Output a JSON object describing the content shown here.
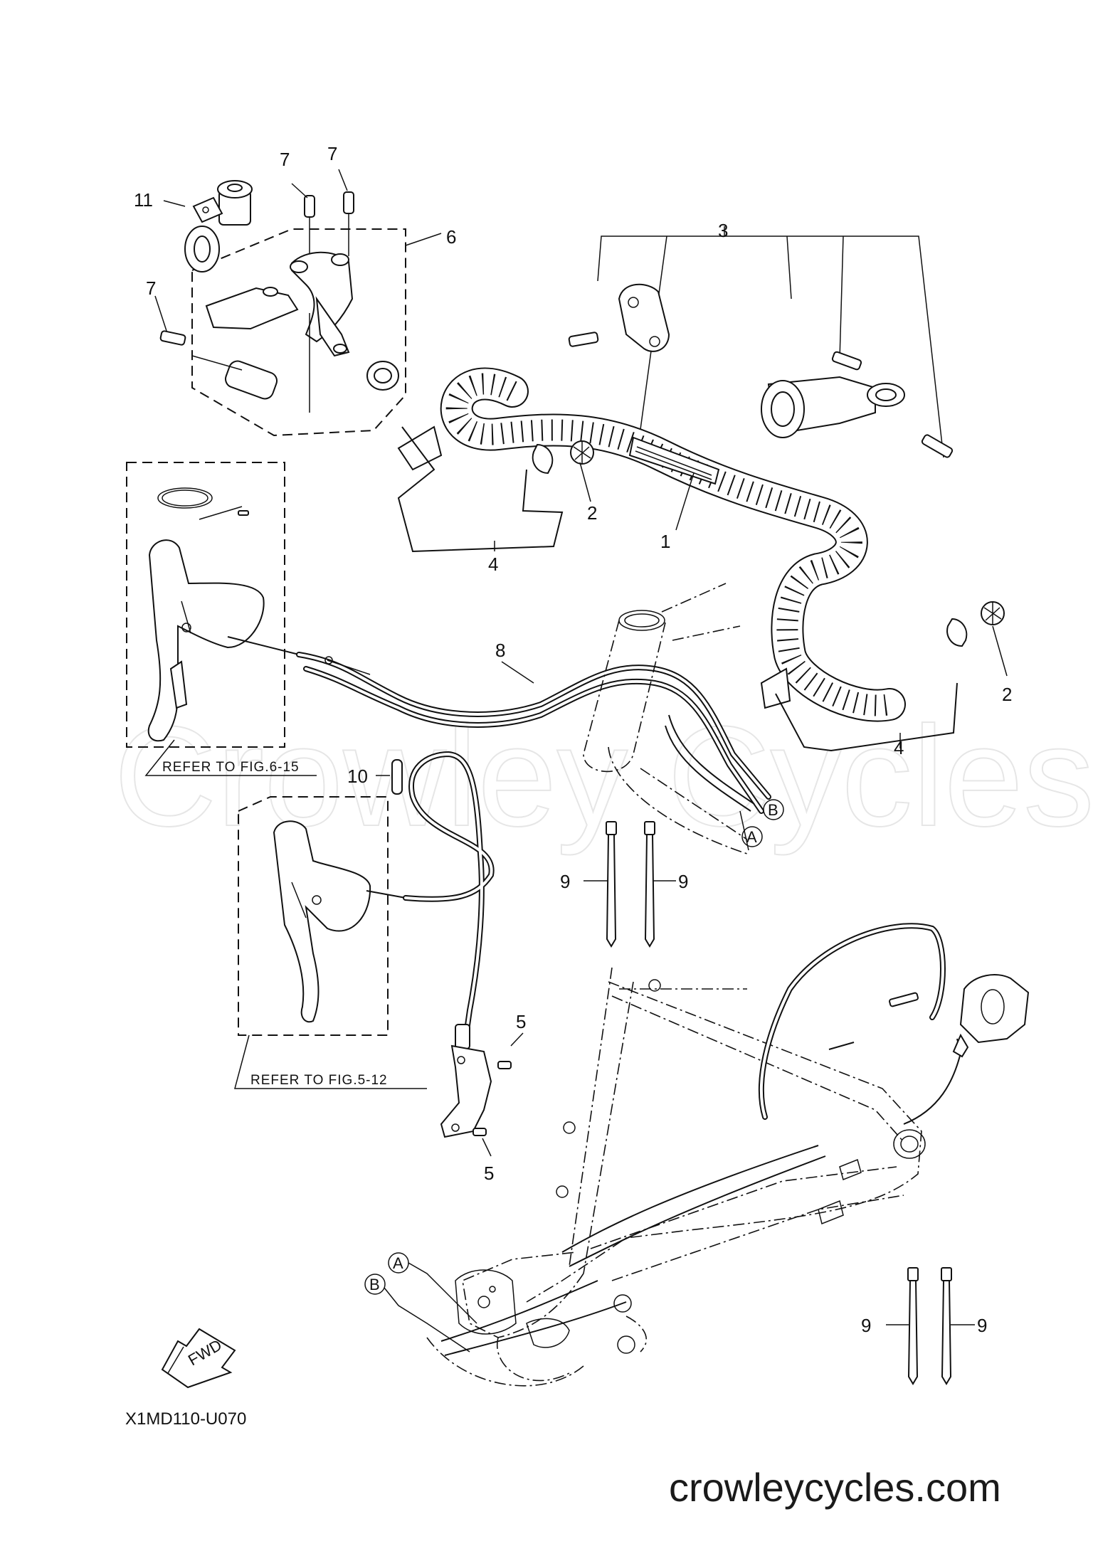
{
  "callouts": {
    "n1": "1",
    "n2a": "2",
    "n2b": "2",
    "n3": "3",
    "n4a": "4",
    "n4b": "4",
    "n5a": "5",
    "n5b": "5",
    "n6": "6",
    "n7a": "7",
    "n7b": "7",
    "n7c": "7",
    "n8": "8",
    "n9a": "9",
    "n9b": "9",
    "n9c": "9",
    "n9d": "9",
    "n10": "10",
    "n11": "11"
  },
  "references": {
    "fig_6_15": "REFER TO FIG.6-15",
    "fig_5_12": "REFER TO FIG.5-12"
  },
  "connectors": {
    "a_top": "A",
    "b_top": "B",
    "a_bottom": "A",
    "b_bottom": "B"
  },
  "fwd_label": "FWD",
  "diagram_code": "X1MD110-U070",
  "watermark": "Crowley Cycles",
  "brand_url": "crowleycycles.com"
}
